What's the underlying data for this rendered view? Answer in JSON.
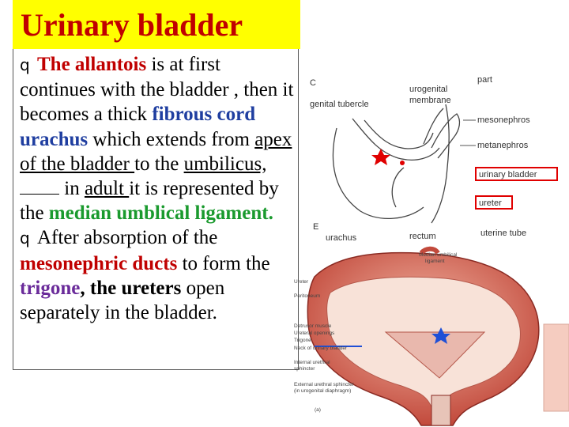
{
  "title": "Urinary bladder",
  "paragraph1": {
    "bullet": "q",
    "p1": "The allantois",
    "p2": " is at first continues with the bladder , then it becomes a thick ",
    "p3": "fibrous cord urachus",
    "p4": " which extends from ",
    "p5": "apex of the bladder ",
    "p6": "to the ",
    "p7": "umbilicus,",
    "p8": " in ",
    "p9": "adult ",
    "p10": "it is represented by the ",
    "p11": "median umblical ligament."
  },
  "paragraph2": {
    "bullet": "q",
    "p1": "After absorption of the ",
    "p2": "mesonephric ducts",
    "p3": " to form the ",
    "p4": "trigone",
    "p5": ", the ",
    "p6": "ureters",
    "p7": " open separately in the bladder."
  },
  "diagram1": {
    "label_c": "C",
    "label_e": "E",
    "part": "part",
    "genital_tubercle": "genital tubercle",
    "urogenital": "urogenital",
    "membrane": "membrane",
    "mesonephros": "mesonephros",
    "metanephros": "metanephros",
    "urinary_bladder": "urinary bladder",
    "ureter": "ureter",
    "urachus": "urachus",
    "rectum": "rectum",
    "uterine_tube": "uterine tube"
  },
  "diagram2": {
    "median_umbilical": "Median umbilical",
    "ligament": "ligament",
    "ureter": "Ureter",
    "peritoneum": "Peritoneum",
    "detrusor_muscle": "Detrusor muscle",
    "ureteral_openings": "Ureteral openings",
    "trigone": "Trigone",
    "neck_of_bladder": "Neck of urinary bladder",
    "internal_sphincter_1": "Internal urethral",
    "internal_sphincter_2": "sphincter",
    "external_sphincter_1": "External urethral sphincter",
    "external_sphincter_2": "(in urogenital diaphragm)",
    "panel": "(a)"
  },
  "colors": {
    "title_bg": "#ffff00",
    "title_text": "#c00000",
    "blue": "#1f3ea0",
    "green": "#1a9a2e",
    "purple": "#6a2b9a",
    "highlight_box": "#e00000"
  }
}
